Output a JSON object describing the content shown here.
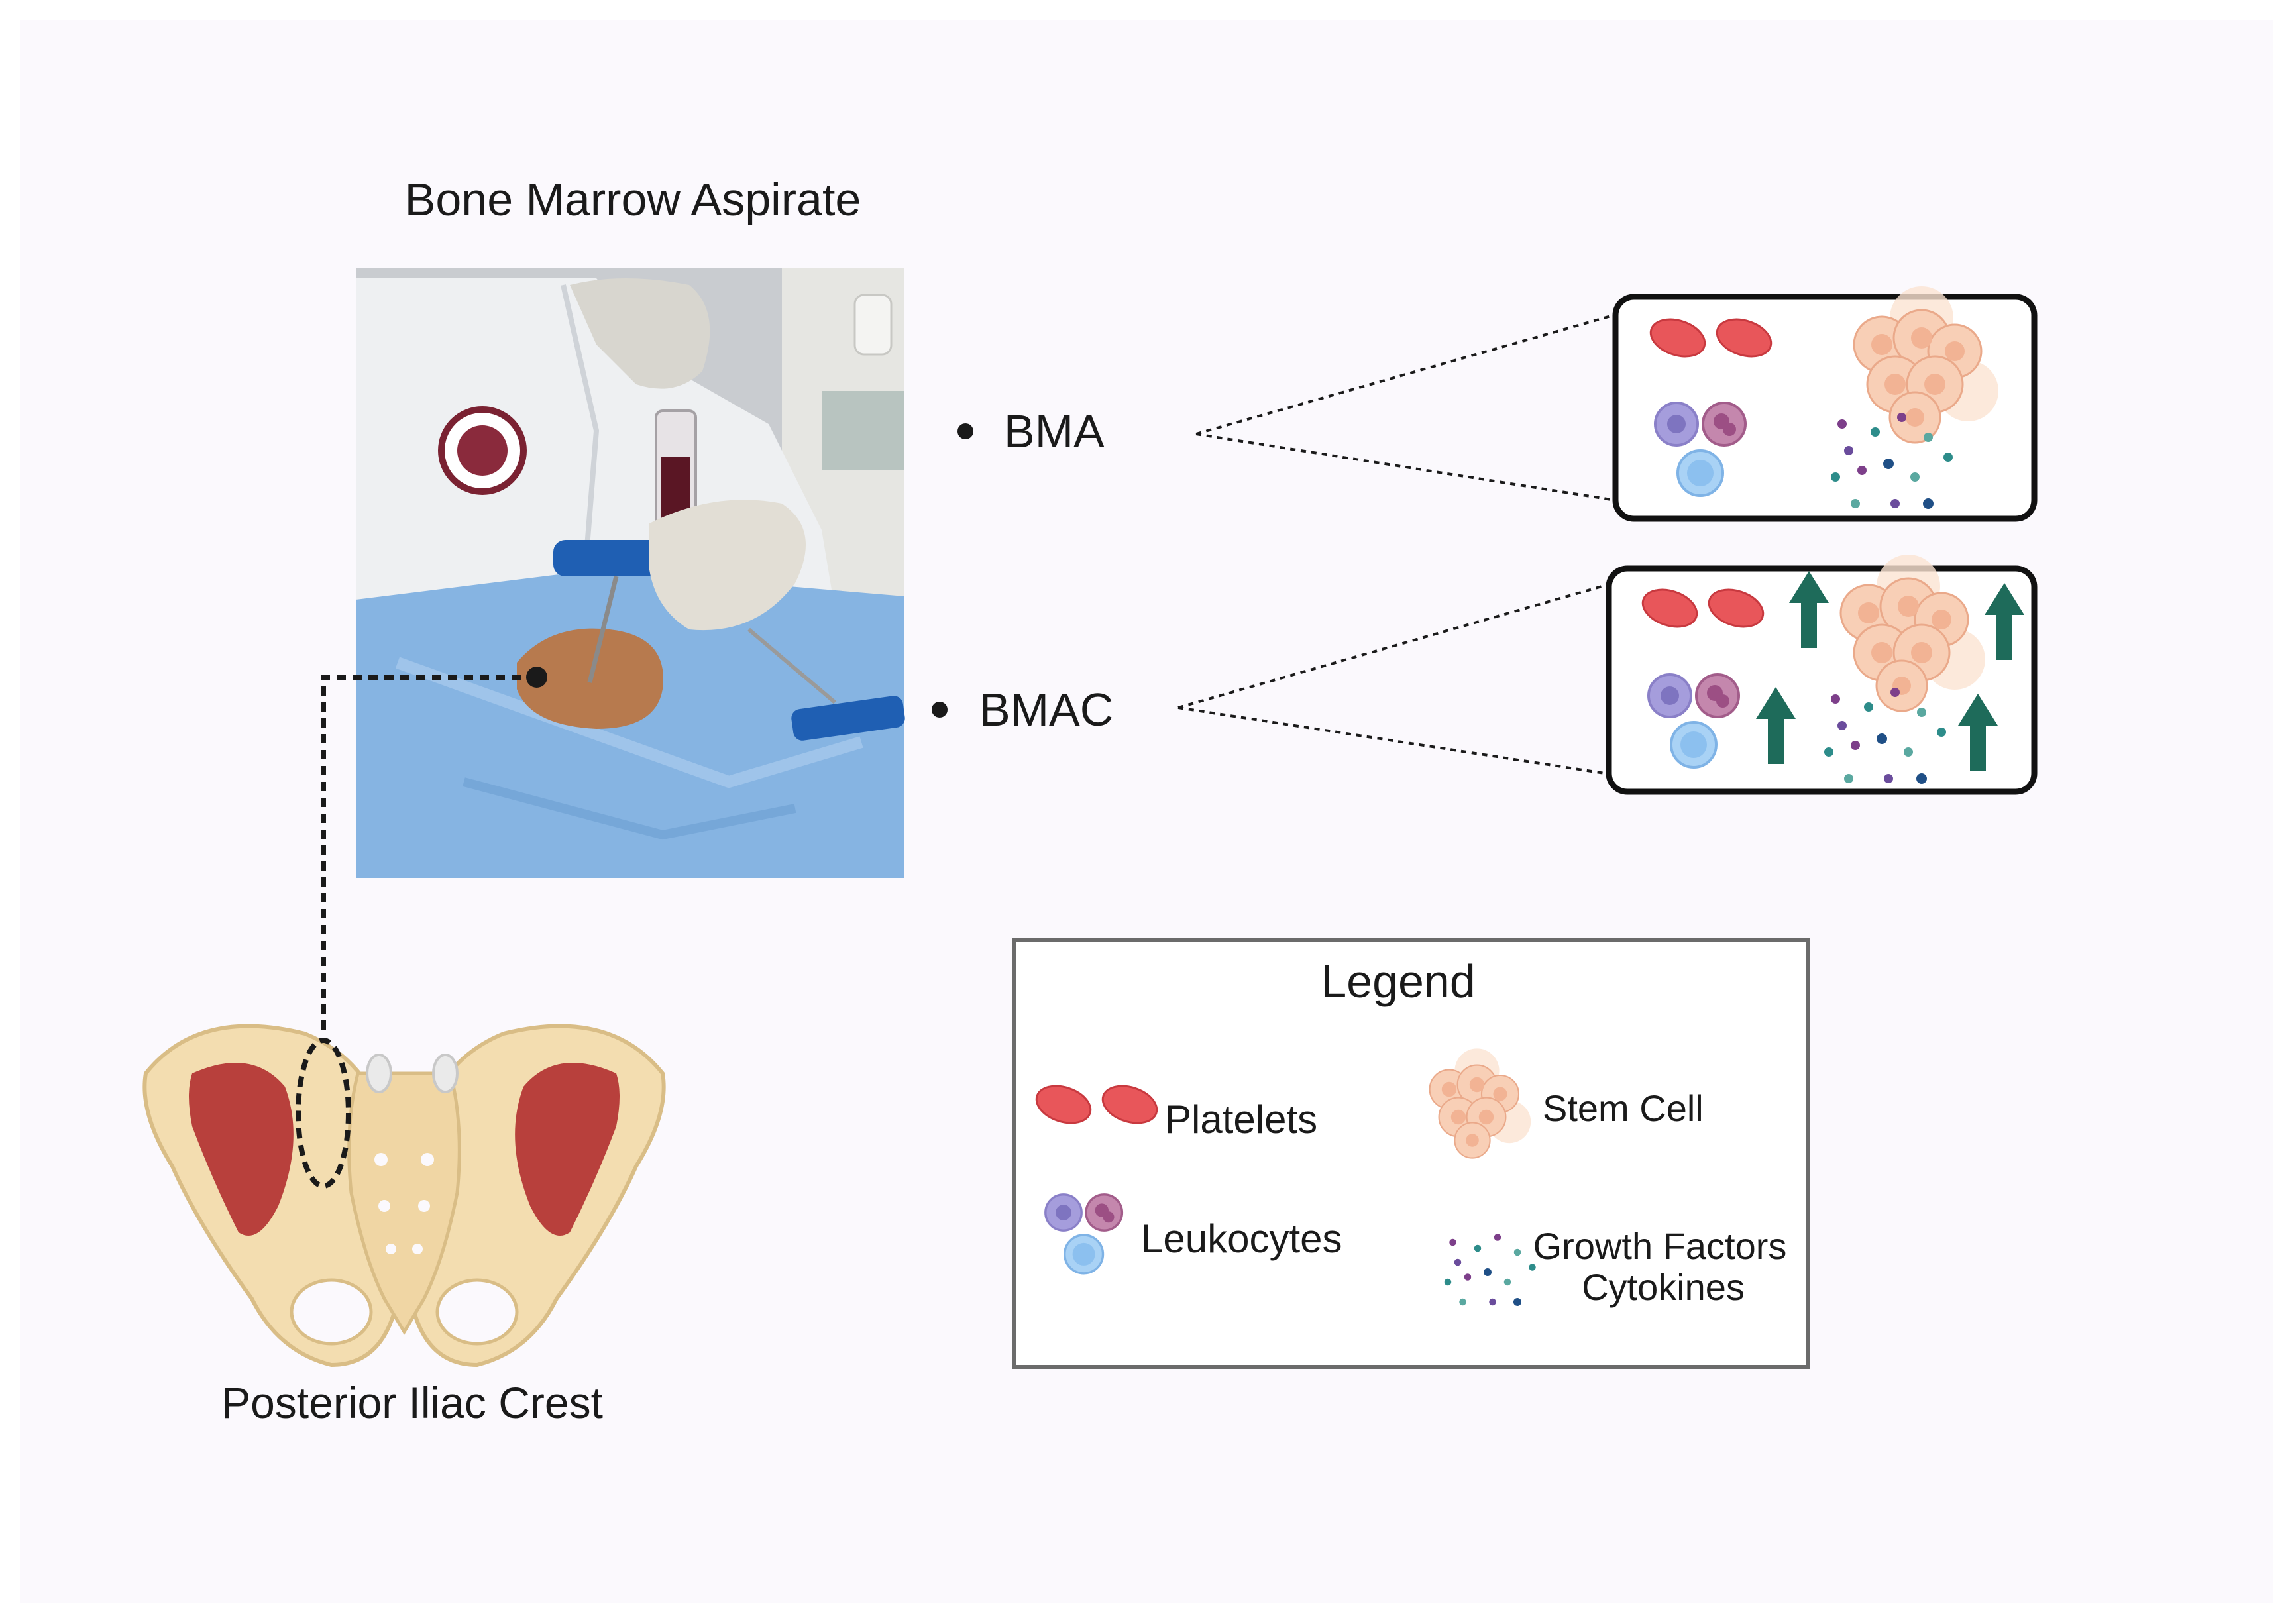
{
  "photo_title": "Bone Marrow Aspirate",
  "bullet_bma": "BMA",
  "bullet_bmac": "BMAC",
  "pelvis_label": "Posterior Iliac Crest",
  "legend": {
    "title": "Legend",
    "platelets": "Platelets",
    "stem_cell": "Stem Cell",
    "leukocytes": "Leukocytes",
    "growth_factors_line1": "Growth Factors",
    "growth_factors_line2": "Cytokines"
  },
  "colors": {
    "platelet": "#e8565a",
    "stem_cell": "#f6c6ad",
    "leukocyte_purple": "#9a92d6",
    "leukocyte_magenta": "#b56a9a",
    "leukocyte_blue": "#8fc4f2",
    "arrow": "#1e6b5a",
    "bone": "#f3ddb0",
    "bone_marrow": "#b8403c",
    "drape": "#86b4e2"
  },
  "icons": {
    "increase_arrow": "arrow-up-icon"
  }
}
